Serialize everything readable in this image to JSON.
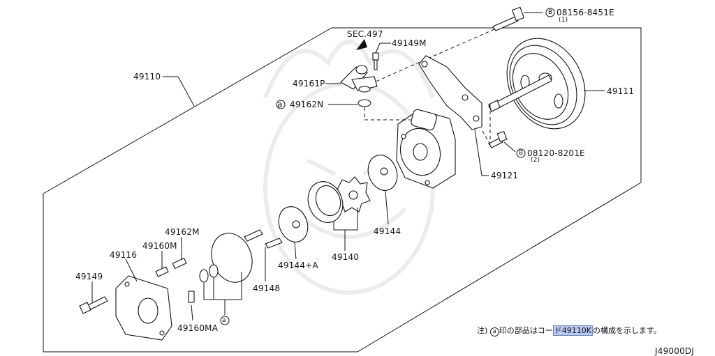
{
  "diagram": {
    "ref_code": "J49000DJ",
    "labels": {
      "sec497": "SEC.497",
      "p49149M": "49149M",
      "p49110": "49110",
      "p49161P": "49161P",
      "p49162N": "49162N",
      "p08156_code": "08156-8451E",
      "p08156_qty": "(1)",
      "p49111": "49111",
      "p08120_code": "08120-8201E",
      "p08120_qty": "(2)",
      "p49121": "49121",
      "p49144": "49144",
      "p49140": "49140",
      "p49144A": "49144+A",
      "p49148": "49148",
      "p49162M": "49162M",
      "p49160M": "49160M",
      "p49116": "49116",
      "p49149": "49149",
      "p49160MA": "49160MA"
    },
    "markers": {
      "bolt_marker": "B",
      "kit_marker": "a"
    },
    "note": {
      "prefix": "注)",
      "marker": "a",
      "text_before": "印の部品はコー",
      "highlight": "ド49110K",
      "text_after": "の構成を示します。"
    },
    "highlight_color": "#b9c9f2"
  }
}
